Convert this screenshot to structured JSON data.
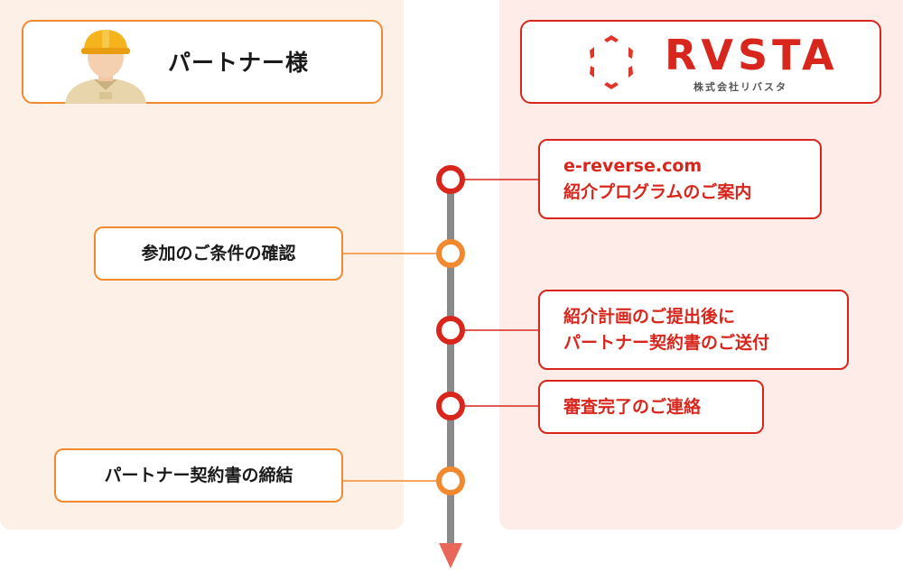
{
  "partner": {
    "title": "パートナー様",
    "icon": "worker-avatar-icon",
    "border_color": "#f3892e"
  },
  "company": {
    "logo_text": "RVSTA",
    "logo_subtitle": "株式会社リバスタ",
    "icon": "rvsta-hexagon-logo-icon",
    "brand_color": "#d9261c"
  },
  "steps": {
    "s1": {
      "side": "company",
      "lines": [
        "e-reverse.com",
        "紹介プログラムのご案内"
      ]
    },
    "s2": {
      "side": "partner",
      "lines": [
        "参加のご条件の確認"
      ]
    },
    "s3": {
      "side": "company",
      "lines": [
        "紹介計画のご提出後に",
        "パートナー契約書のご送付"
      ]
    },
    "s4": {
      "side": "company",
      "lines": [
        "審査完了のご連絡"
      ]
    },
    "s5": {
      "side": "partner",
      "lines": [
        "パートナー契約書の締結"
      ]
    }
  },
  "colors": {
    "partner_accent": "#f3892e",
    "company_accent": "#d9261c",
    "timeline": "#8a8a8a",
    "arrow": "#e8675a"
  }
}
